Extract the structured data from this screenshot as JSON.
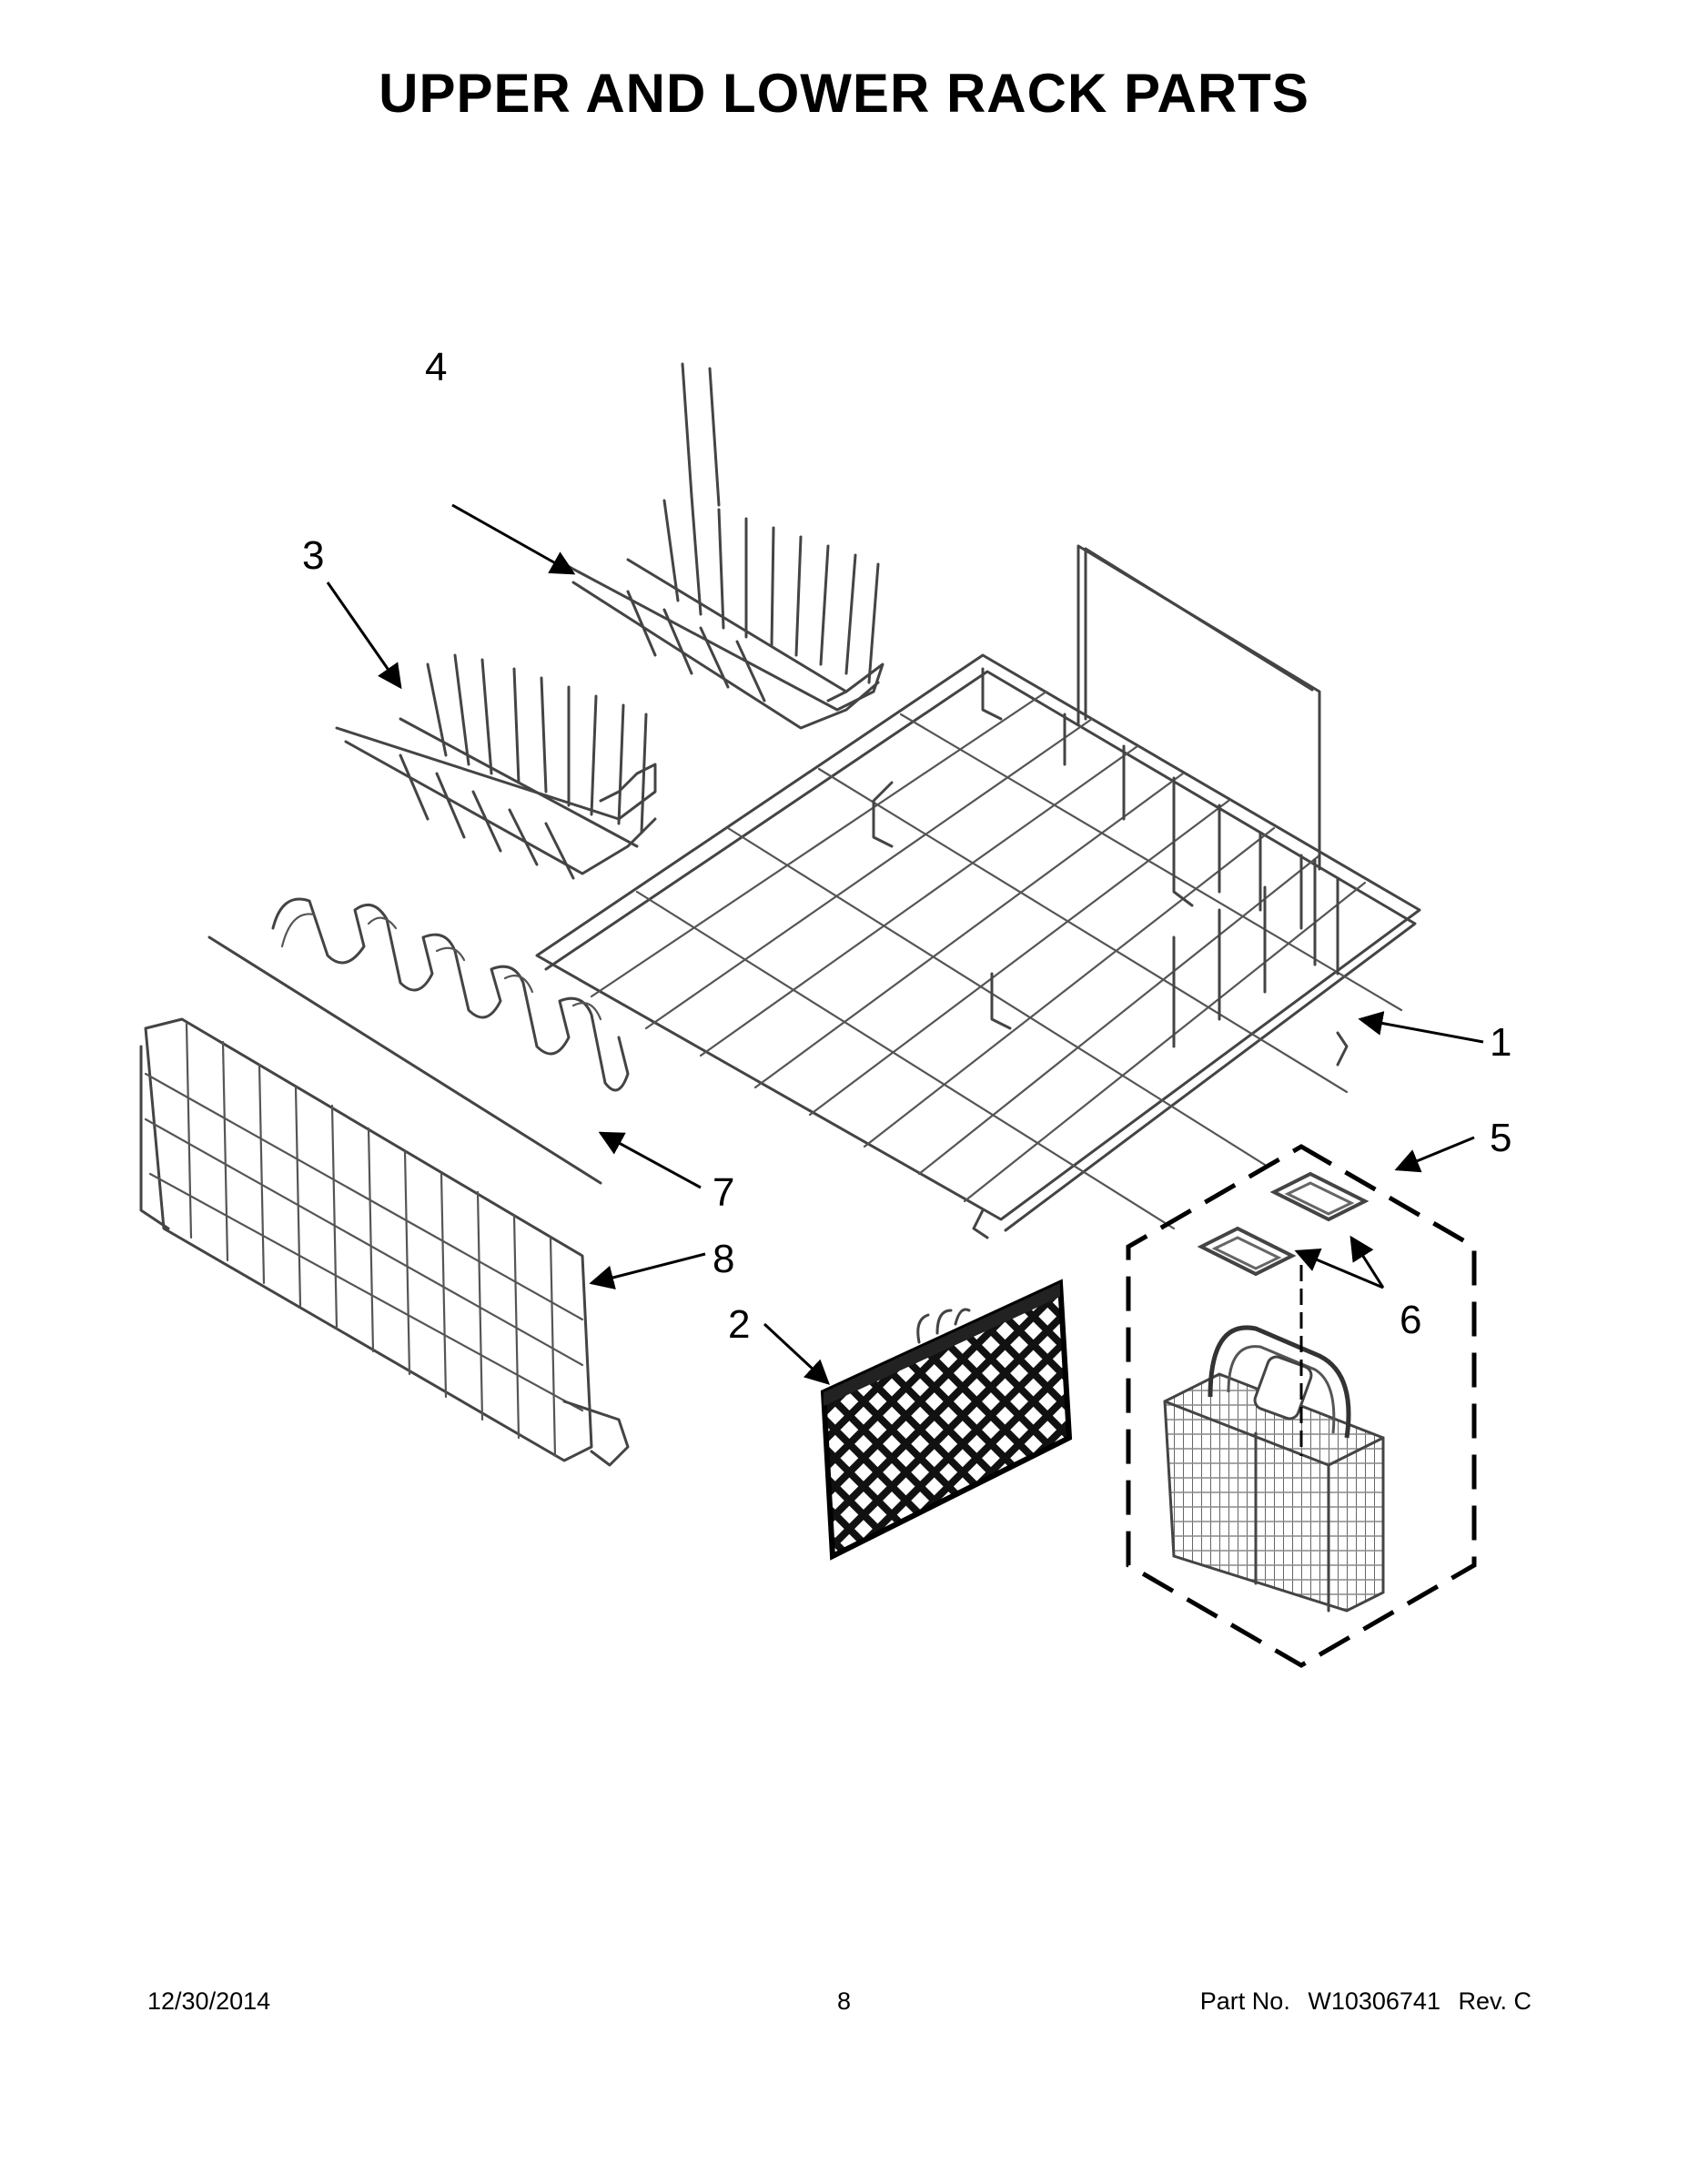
{
  "page": {
    "title": "UPPER AND LOWER RACK PARTS",
    "footer": {
      "date": "12/30/2014",
      "page_number": "8",
      "part_label": "Part No.",
      "part_number": "W10306741",
      "revision": "Rev. C"
    }
  },
  "callouts": {
    "c1": "1",
    "c2": "2",
    "c3": "3",
    "c4": "4",
    "c5": "5",
    "c6": "6",
    "c7": "7",
    "c8": "8"
  },
  "colors": {
    "line": "#444444",
    "text": "#000000",
    "background": "#ffffff"
  }
}
